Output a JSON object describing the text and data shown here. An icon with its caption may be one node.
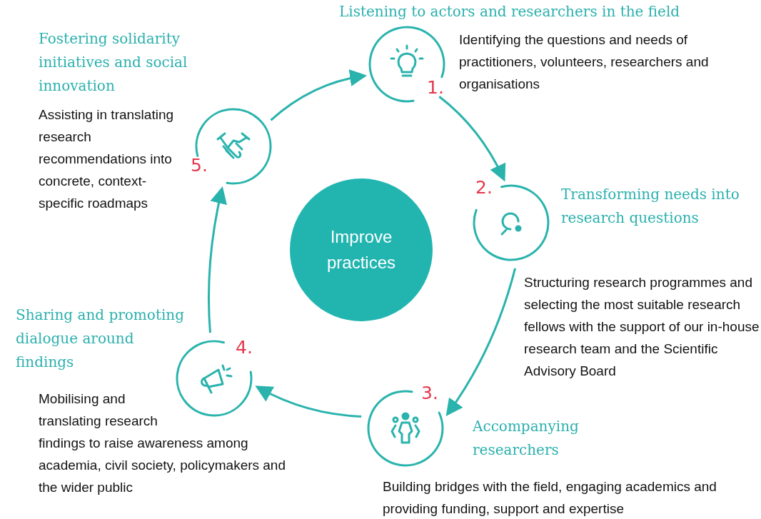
{
  "diagram": {
    "nodes": [
      {
        "text": [
          "Improve practices"
        ]
      },
      {
        "text": [
          "1."
        ],
        "beside": [
          "Listening to actors and researchers in the field",
          "Identifying the questions and needs of practitioners, volunteers, researchers and organisations"
        ]
      },
      {
        "text": [
          "2."
        ],
        "beside": [
          "Transforming needs into research questions",
          "Structuring research programmes and selecting the most suitable research fellows with the support of our in-house research team and the Scientific Advisory Board"
        ]
      },
      {
        "text": [
          "3."
        ],
        "beside": [
          "Accompanying researchers",
          "Building bridges with the field, engaging academics and providing funding, support and expertise"
        ]
      },
      {
        "text": [
          "4."
        ],
        "beside": [
          "Sharing and promoting dialogue around findings",
          "Mobilising and translating research findings to raise awareness among academia, civil society, policymakers and the wider public"
        ]
      },
      {
        "text": [
          "5."
        ],
        "beside": [
          "Fostering solidarity initiatives and social innovation",
          "Assisting in translating research recommendations into concrete, context-specific roadmaps"
        ]
      }
    ],
    "edges": [
      {
        "from": 5,
        "to": 1,
        "arrow": "to"
      },
      {
        "from": 1,
        "to": 2,
        "arrow": "to"
      },
      {
        "from": 2,
        "to": 3,
        "arrow": "to"
      },
      {
        "from": 3,
        "to": 4,
        "arrow": "to"
      },
      {
        "from": 4,
        "to": 5,
        "arrow": "to"
      }
    ]
  }
}
